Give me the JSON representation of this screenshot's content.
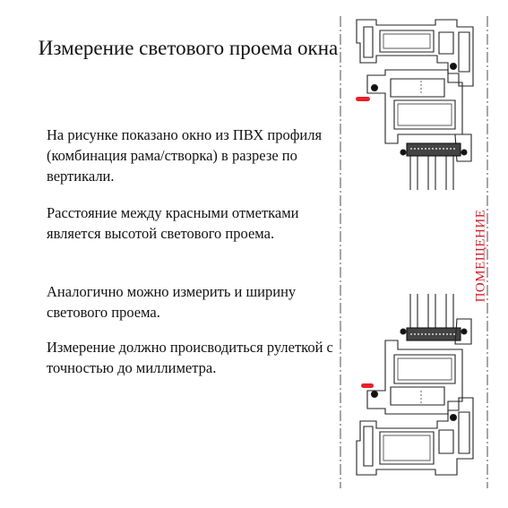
{
  "title": "Измерение светового проема окна",
  "paragraphs": [
    "На рисунке показано окно из ПВХ профиля (комбинация рама/створка) в разрезе по вертикали.",
    "Расстояние между красными отметками является высотой светового проема.",
    "Аналогично можно измерить и ширину светового проема.",
    "Измерение должно происводиться рулеткой с точностью до миллиметра."
  ],
  "room_label": "ПОМЕЩЕНИЕ",
  "colors": {
    "marker": "#e8202a",
    "room_label": "#c8202a",
    "line": "#222222"
  }
}
